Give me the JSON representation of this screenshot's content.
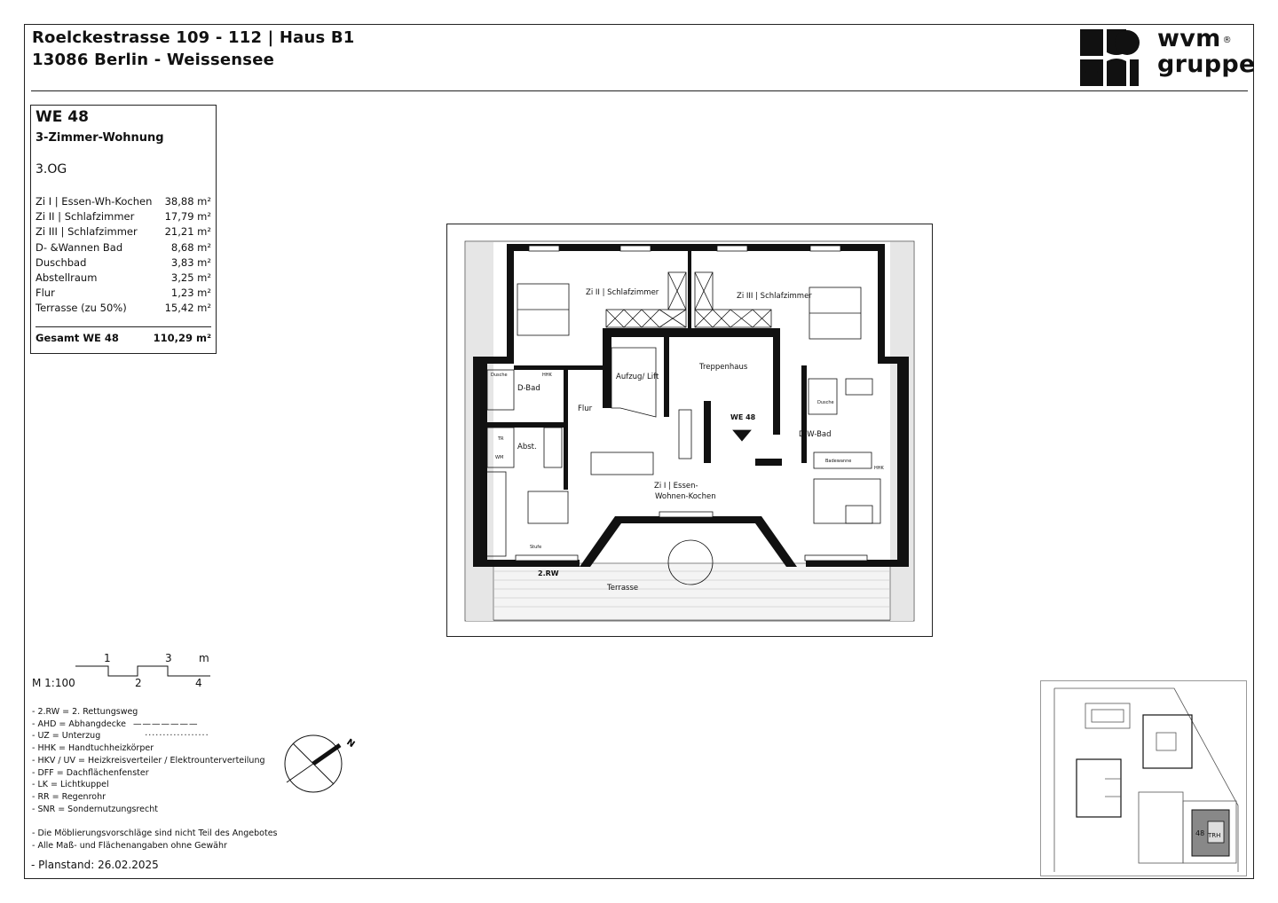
{
  "header": {
    "address_line1": "Roelckestrasse 109 - 112 | Haus B1",
    "address_line2": "13086 Berlin - Weissensee"
  },
  "logo": {
    "line1": "wvm",
    "registered": "®",
    "line2": "gruppe"
  },
  "unit": {
    "number": "WE 48",
    "type": "3-Zimmer-Wohnung",
    "floor": "3.OG",
    "rooms": [
      {
        "name": "Zi I | Essen-Wh-Kochen",
        "area": "38,88 m²"
      },
      {
        "name": "Zi II | Schlafzimmer",
        "area": "17,79 m²"
      },
      {
        "name": "Zi III | Schlafzimmer",
        "area": "21,21 m²"
      },
      {
        "name": "D- &Wannen Bad",
        "area": "8,68 m²"
      },
      {
        "name": "Duschbad",
        "area": "3,83 m²"
      },
      {
        "name": "Abstellraum",
        "area": "3,25 m²"
      },
      {
        "name": "Flur",
        "area": "1,23 m²"
      },
      {
        "name": "Terrasse (zu 50%)",
        "area": "15,42 m²"
      }
    ],
    "total_label": "Gesamt WE 48",
    "total_area": "110,29 m²"
  },
  "plan_labels": {
    "zi2": "Zi II | Schlafzimmer",
    "zi3": "Zi III | Schlafzimmer",
    "lift": "Aufzug/ Lift",
    "stair": "Treppenhaus",
    "we": "WE 48",
    "dbad": "D-Bad",
    "dusche": "Dusche",
    "dusche2": "Dusche",
    "hhk": "HHK",
    "hhk2": "HHK",
    "flur": "Flur",
    "abst": "Abst.",
    "tr": "TR",
    "wm": "WM",
    "dwbad": "D-W-Bad",
    "badewanne": "Badewanne",
    "zi1_a": "Zi I | Essen-",
    "zi1_b": "Wohnen-Kochen",
    "stufe": "Stufe",
    "rw": "2.RW",
    "terrasse": "Terrasse"
  },
  "scale": {
    "label": "M 1:100",
    "ticks_top": [
      "1",
      "3",
      "m"
    ],
    "ticks_bottom": [
      "2",
      "4"
    ]
  },
  "compass": {
    "letter": "N"
  },
  "legend": [
    "- 2.RW = 2. Rettungsweg",
    "- AHD = Abhangdecke",
    "- UZ = Unterzug",
    "- HHK = Handtuchheizkörper",
    "- HKV / UV = Heizkreisverteiler / Elektrounterverteilung",
    "- DFF = Dachflächenfenster",
    "- LK = Lichtkuppel",
    "- RR = Regenrohr",
    "- SNR = Sondernutzungsrecht"
  ],
  "notes": [
    "- Die Möblierungsvorschläge sind nicht Teil des Angebotes",
    "- Alle Maß- und Flächenangaben ohne Gewähr"
  ],
  "planstand": "- Planstand: 26.02.2025",
  "siteplan": {
    "unit": "48",
    "stair": "TRH"
  }
}
